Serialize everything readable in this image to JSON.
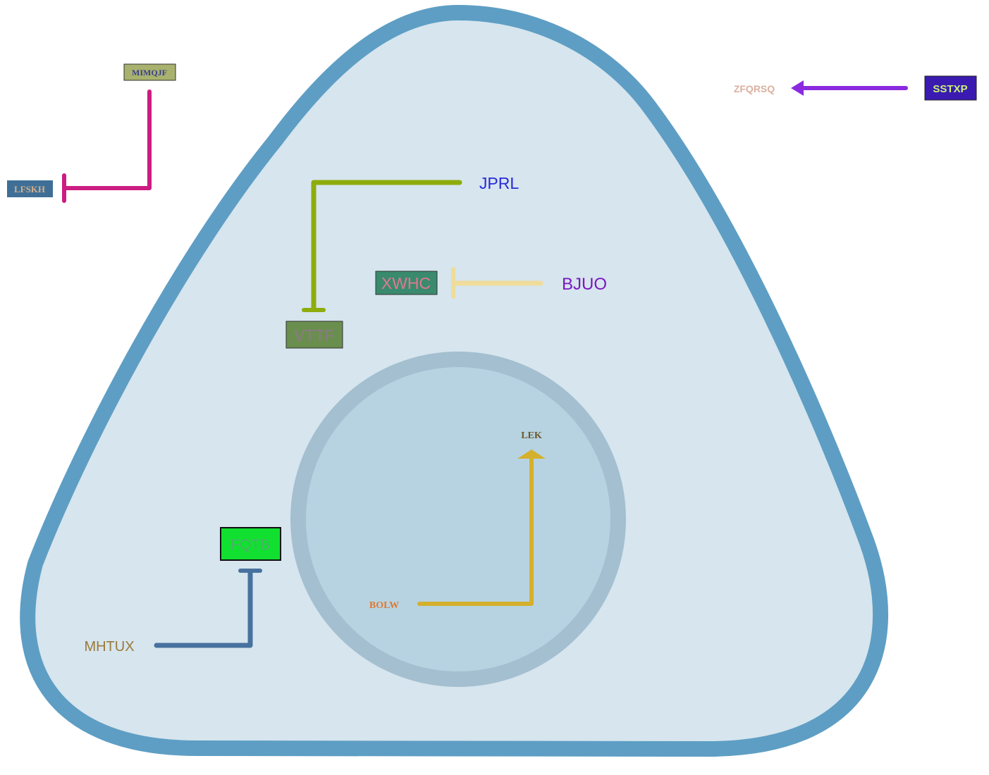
{
  "colors": {
    "cell_fill": "#d6e5ee",
    "cell_border": "#5e9ec4",
    "nucleus_fill": "#b7d3e1",
    "nucleus_border": "#a3bfd0"
  },
  "nodes": {
    "mimqjf": {
      "label": "MIMQJF",
      "box_fill": "#a8b26e",
      "text_color": "#3a3e8c"
    },
    "lfskh": {
      "label": "LFSKH",
      "box_fill": "#3f6f96",
      "text_color": "#d0b090"
    },
    "zfqrsq": {
      "label": "ZFQRSQ",
      "text_color": "#dcb0a0"
    },
    "sstxp": {
      "label": "SSTXP",
      "box_fill": "#3a1ab0",
      "text_color": "#c8f07a"
    },
    "jprl": {
      "label": "JPRL",
      "text_color": "#2a2ad8"
    },
    "xwhc": {
      "label": "XWHC",
      "box_fill": "#3a8a6e",
      "text_color": "#e07890"
    },
    "bjuo": {
      "label": "BJUO",
      "text_color": "#7a18c0"
    },
    "vttf": {
      "label": "VTTF",
      "box_fill": "#6a8e4e",
      "text_color": "#8a7a86"
    },
    "lek": {
      "label": "LEK",
      "text_color": "#6a5a2a"
    },
    "bolw": {
      "label": "BOLW",
      "text_color": "#e07830"
    },
    "fqtb": {
      "label": "FQTB",
      "box_fill": "#12e030",
      "text_color": "#4ab06a"
    },
    "mhtux": {
      "label": "MHTUX",
      "text_color": "#9a7a3a"
    }
  },
  "edges": [
    {
      "from": "MIMQJF",
      "to": "LFSKH",
      "type": "inhibition",
      "color": "#cc1c82"
    },
    {
      "from": "SSTXP",
      "to": "ZFQRSQ",
      "type": "activation",
      "color": "#8a2ae0"
    },
    {
      "from": "JPRL",
      "to": "VTTF",
      "type": "inhibition",
      "color": "#8eac0c"
    },
    {
      "from": "BJUO",
      "to": "XWHC",
      "type": "inhibition",
      "color": "#f0dc9a"
    },
    {
      "from": "BOLW",
      "to": "LEK",
      "type": "activation",
      "color": "#d4b02c"
    },
    {
      "from": "MHTUX",
      "to": "FQTB",
      "type": "inhibition",
      "color": "#48729e"
    }
  ]
}
